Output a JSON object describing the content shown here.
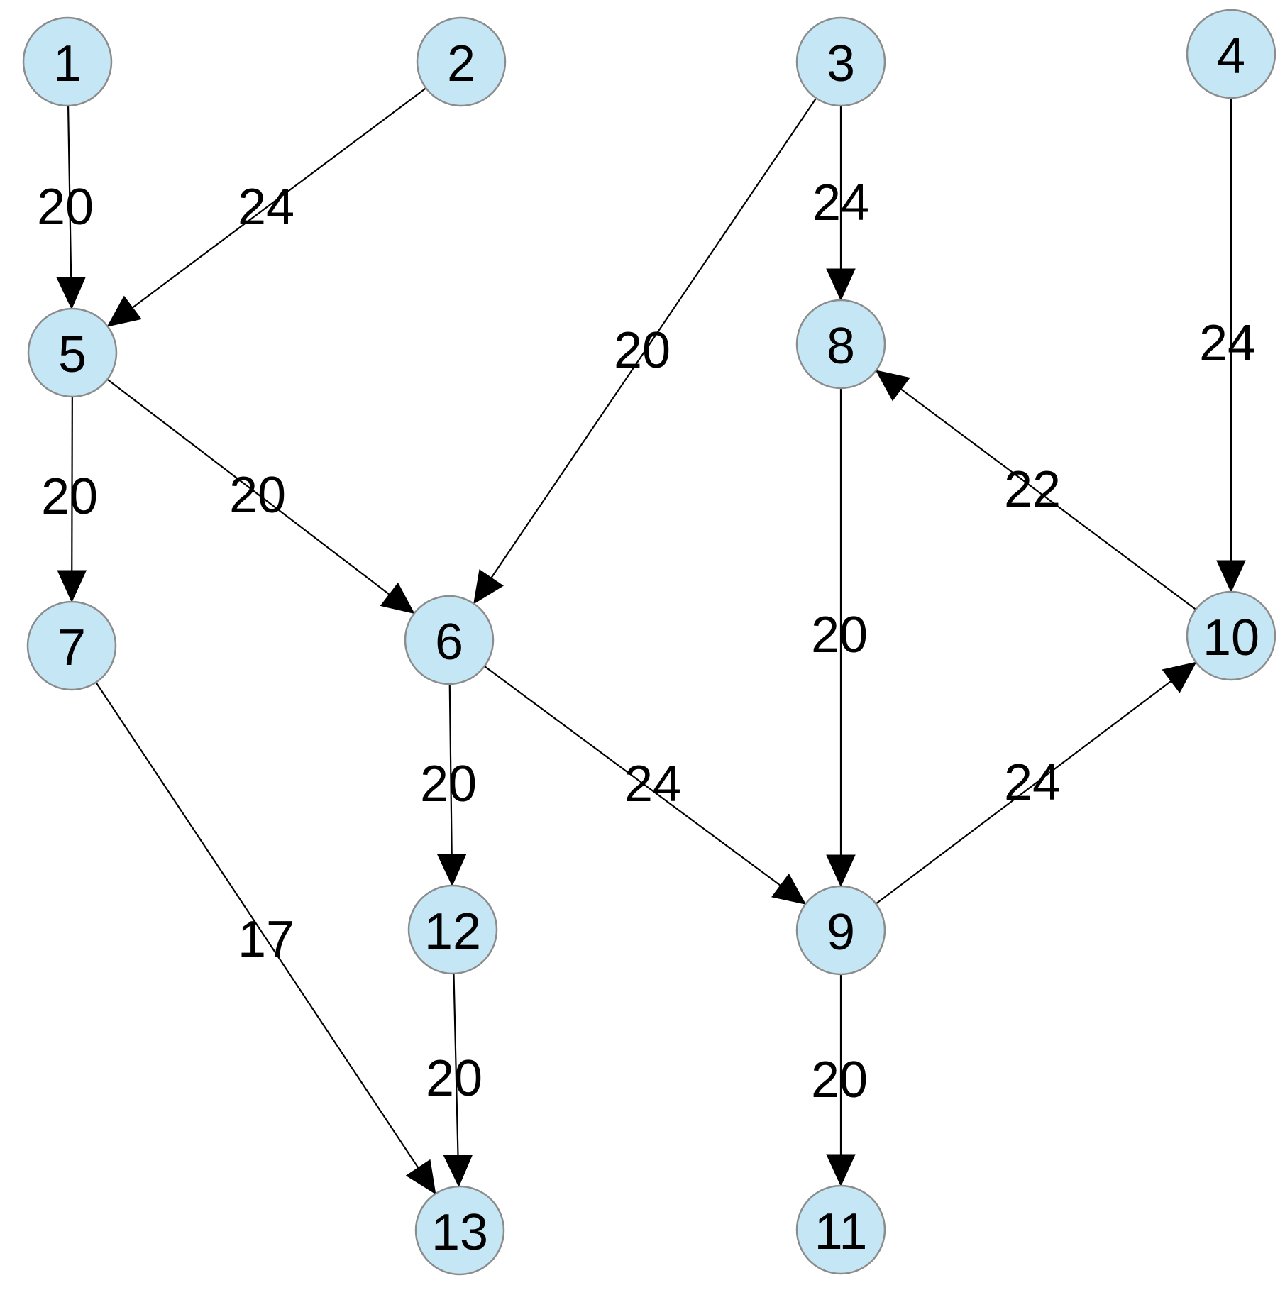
{
  "colors": {
    "node_fill": "#c5e6f5",
    "node_stroke": "#8c8c8c",
    "edge": "#000000",
    "text": "#000000"
  },
  "nodes": [
    {
      "id": "1",
      "label": "1"
    },
    {
      "id": "2",
      "label": "2"
    },
    {
      "id": "3",
      "label": "3"
    },
    {
      "id": "4",
      "label": "4"
    },
    {
      "id": "5",
      "label": "5"
    },
    {
      "id": "6",
      "label": "6"
    },
    {
      "id": "7",
      "label": "7"
    },
    {
      "id": "8",
      "label": "8"
    },
    {
      "id": "9",
      "label": "9"
    },
    {
      "id": "10",
      "label": "10"
    },
    {
      "id": "11",
      "label": "11"
    },
    {
      "id": "12",
      "label": "12"
    },
    {
      "id": "13",
      "label": "13"
    }
  ],
  "edges": [
    {
      "from": "1",
      "to": "5",
      "label": "20"
    },
    {
      "from": "2",
      "to": "5",
      "label": "24"
    },
    {
      "from": "3",
      "to": "6",
      "label": "20"
    },
    {
      "from": "3",
      "to": "8",
      "label": "24"
    },
    {
      "from": "4",
      "to": "10",
      "label": "24"
    },
    {
      "from": "5",
      "to": "7",
      "label": "20"
    },
    {
      "from": "5",
      "to": "6",
      "label": "20"
    },
    {
      "from": "10",
      "to": "8",
      "label": "22"
    },
    {
      "from": "8",
      "to": "9",
      "label": "20"
    },
    {
      "from": "6",
      "to": "12",
      "label": "20"
    },
    {
      "from": "6",
      "to": "9",
      "label": "24"
    },
    {
      "from": "9",
      "to": "10",
      "label": "24"
    },
    {
      "from": "7",
      "to": "13",
      "label": "17"
    },
    {
      "from": "12",
      "to": "13",
      "label": "20"
    },
    {
      "from": "9",
      "to": "11",
      "label": "20"
    }
  ]
}
